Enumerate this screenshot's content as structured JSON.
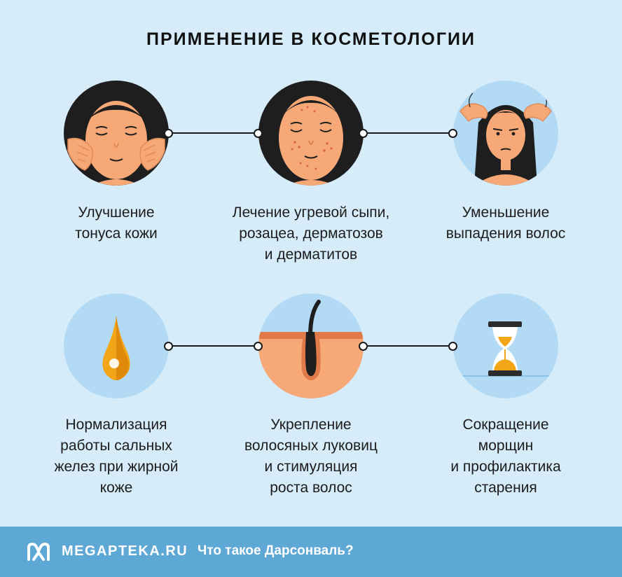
{
  "title": "ПРИМЕНЕНИЕ В КОСМЕТОЛОГИИ",
  "items": [
    {
      "lines": [
        "Улучшение",
        "тонуса кожи"
      ],
      "icon": "face-massage-icon"
    },
    {
      "lines": [
        "Лечение угревой сыпи,",
        "розацеа, дерматозов",
        "и дерматитов"
      ],
      "icon": "face-acne-icon"
    },
    {
      "lines": [
        "Уменьшение",
        "выпадения волос"
      ],
      "icon": "hair-loss-icon"
    },
    {
      "lines": [
        "Нормализация",
        "работы сальных",
        "желез при жирной",
        "коже"
      ],
      "icon": "oil-drop-icon"
    },
    {
      "lines": [
        "Укрепление",
        "волосяных луковиц",
        "и стимуляция",
        "роста волос"
      ],
      "icon": "hair-follicle-icon"
    },
    {
      "lines": [
        "Сокращение",
        "морщин",
        "и профилактика",
        "старения"
      ],
      "icon": "hourglass-icon"
    }
  ],
  "footer": {
    "brand": "MEGAPTEKA.RU",
    "tagline": "Что такое Дарсонваль?"
  },
  "colors": {
    "background": "#d6ecf9",
    "circle_light": "#b3daf5",
    "skin": "#f7a877",
    "hair": "#1e1e1e",
    "footer": "#5ea8d6"
  }
}
